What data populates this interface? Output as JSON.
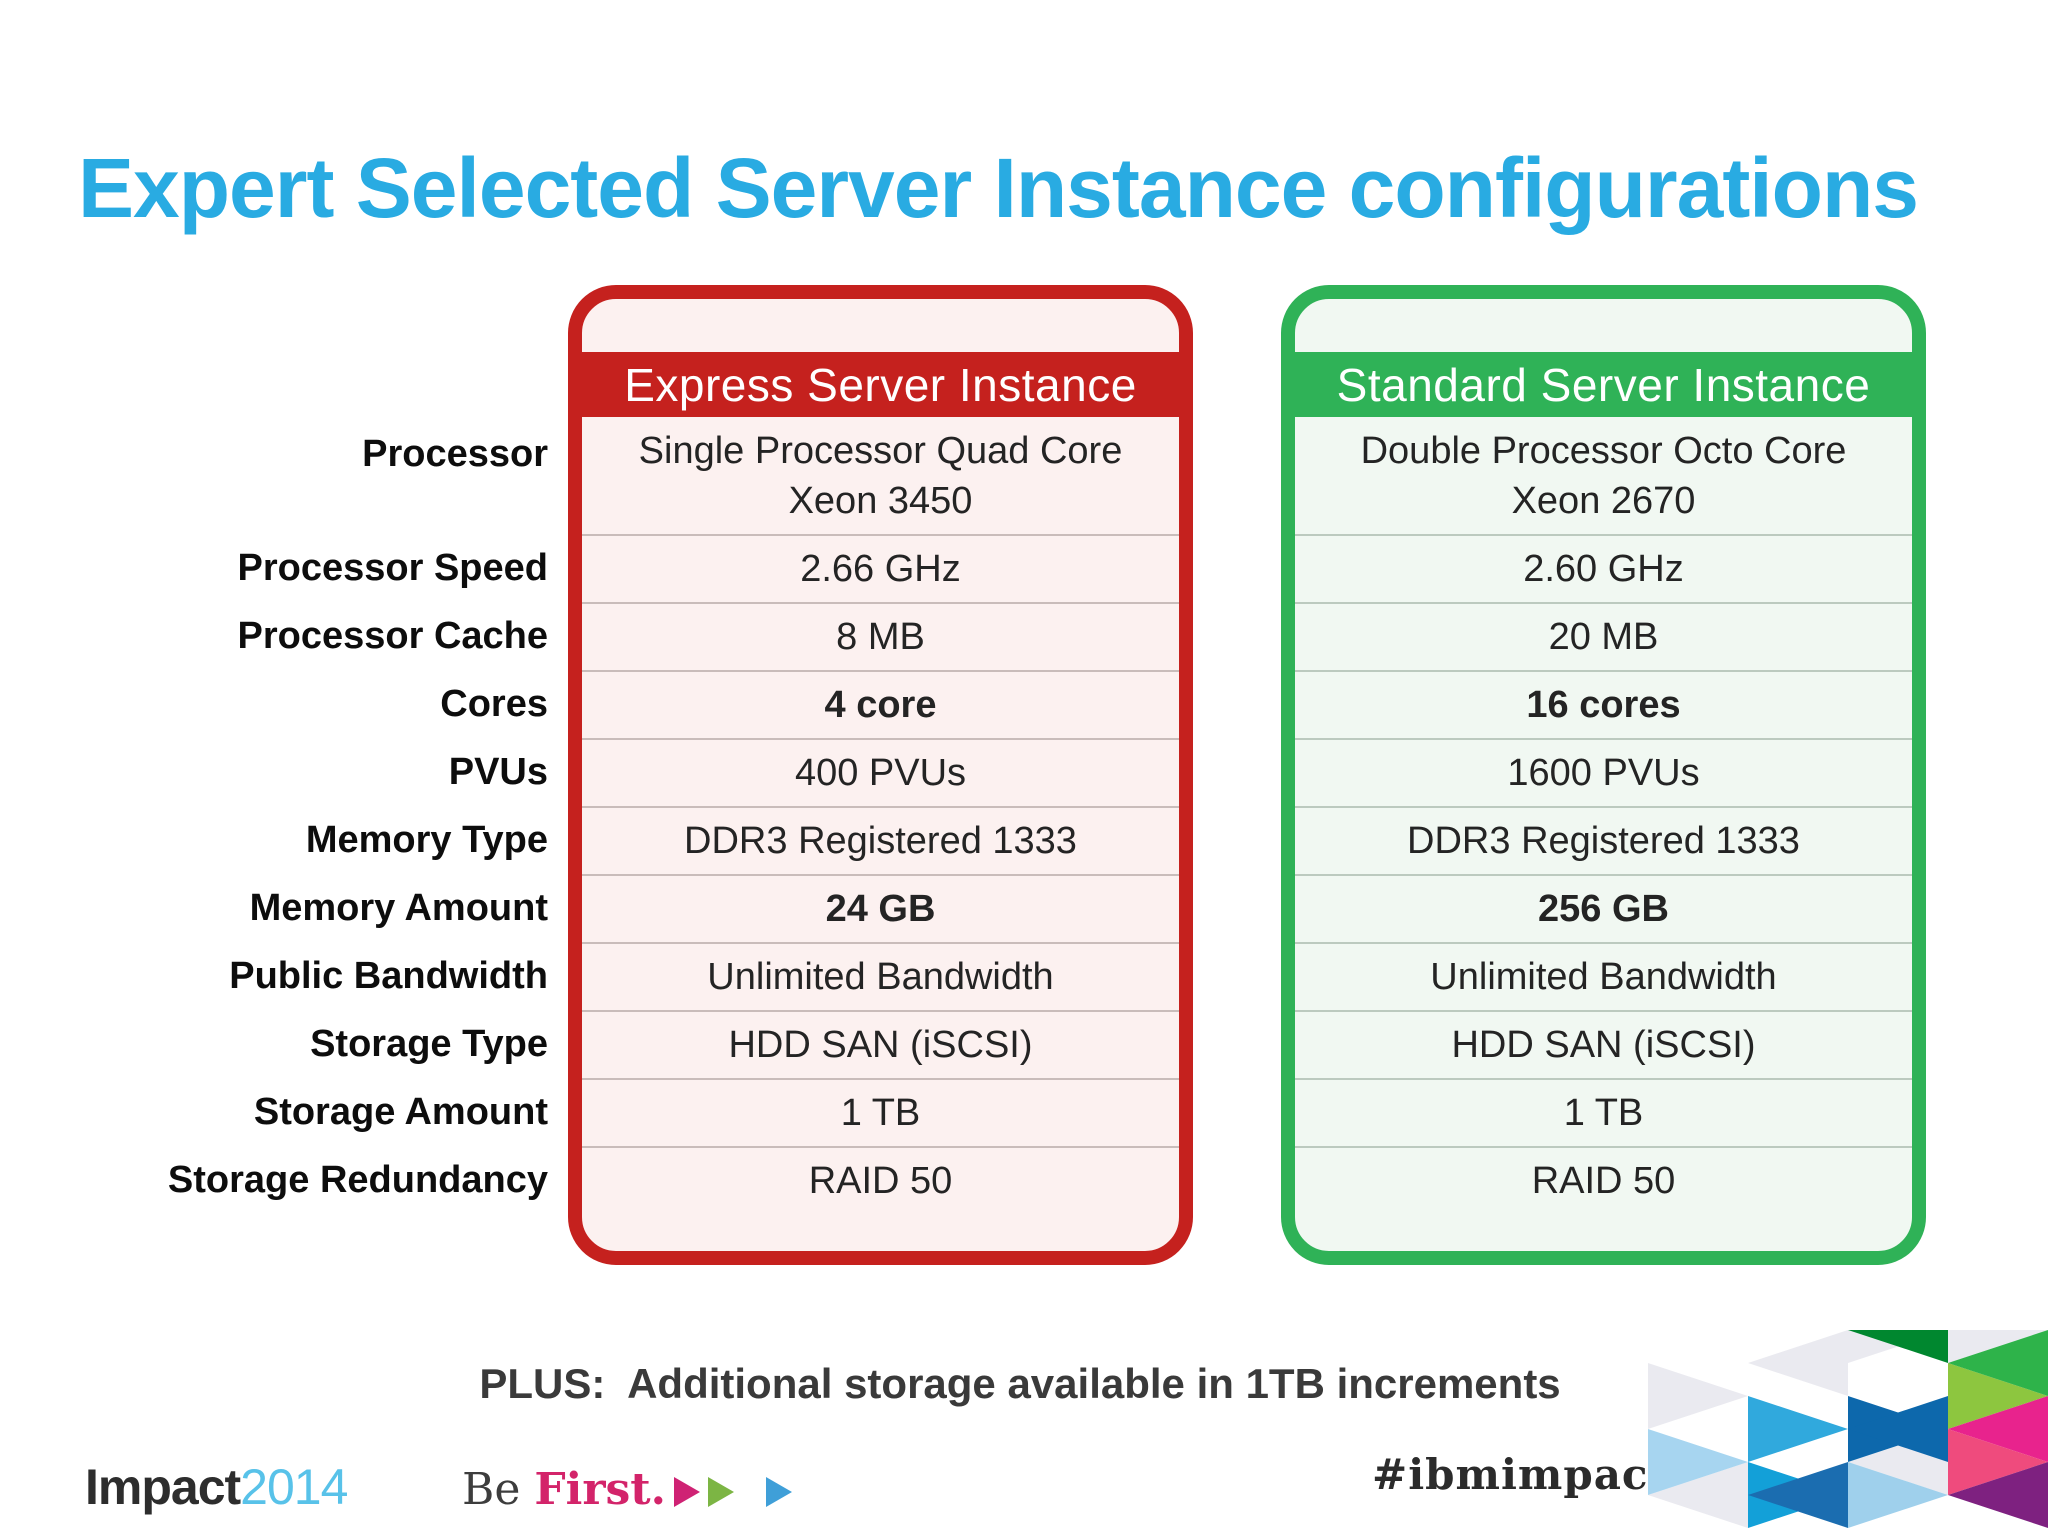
{
  "slide": {
    "title": "Expert Selected Server Instance configurations",
    "plus_note": "PLUS:  Additional storage available in 1TB increments"
  },
  "comparison": {
    "row_labels": [
      "Processor",
      "Processor Speed",
      "Processor Cache",
      "Cores",
      "PVUs",
      "Memory Type",
      "Memory Amount",
      "Public Bandwidth",
      "Storage Type",
      "Storage Amount",
      "Storage Redundancy"
    ],
    "columns": [
      {
        "header": "Express Server Instance",
        "accent": "#c5211e",
        "body_bg": "#fcf1f0",
        "values": [
          [
            "Single Processor Quad Core",
            "Xeon 3450"
          ],
          [
            "2.66 GHz"
          ],
          [
            "8 MB"
          ],
          [
            "4 core"
          ],
          [
            "400 PVUs"
          ],
          [
            "DDR3 Registered 1333"
          ],
          [
            "24 GB"
          ],
          [
            "Unlimited Bandwidth"
          ],
          [
            "HDD SAN (iSCSI)"
          ],
          [
            "1 TB"
          ],
          [
            "RAID 50"
          ]
        ],
        "bold_rows": [
          3,
          6
        ]
      },
      {
        "header": "Standard Server Instance",
        "accent": "#2fb257",
        "body_bg": "#f1f8f2",
        "values": [
          [
            "Double Processor Octo Core",
            "Xeon 2670"
          ],
          [
            "2.60 GHz"
          ],
          [
            "20 MB"
          ],
          [
            "16 cores"
          ],
          [
            "1600 PVUs"
          ],
          [
            "DDR3 Registered 1333"
          ],
          [
            "256 GB"
          ],
          [
            "Unlimited Bandwidth"
          ],
          [
            "HDD SAN (iSCSI)"
          ],
          [
            "1 TB"
          ],
          [
            "RAID 50"
          ]
        ],
        "bold_rows": [
          3,
          6
        ]
      }
    ]
  },
  "footer": {
    "brand": {
      "impact": "Impact",
      "year": "2014"
    },
    "tagline": {
      "be": "Be",
      "first": "First."
    },
    "hashtag": "#ibmimpact",
    "arrow_colors": [
      "#cf2274",
      "#7cb544",
      "#3f9fd8"
    ]
  },
  "colors": {
    "title_blue": "#29abe2",
    "express_red": "#c5211e",
    "standard_green": "#2fb257",
    "express_body": "#fcf1f0",
    "standard_body": "#f1f8f2"
  }
}
